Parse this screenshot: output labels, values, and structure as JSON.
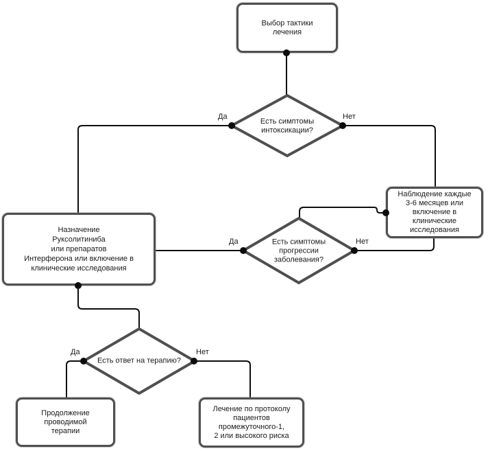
{
  "flowchart": {
    "nodes": {
      "start": {
        "label": "Выбор тактики\nлечения"
      },
      "intox": {
        "label": "Есть симптомы\nинтоксикации?"
      },
      "observe": {
        "label": "Наблюдение каждые\n3-6 месяцев или\nвключение в\nклинические\nисследования"
      },
      "progress": {
        "label": "Есть симптомы\nпрогрессии\nзаболевания?"
      },
      "treat": {
        "label": "Назначение\nРуксолитиниба\nили препаратов\nИнтерферона или включение в\nклинические исследования"
      },
      "response": {
        "label": "Есть ответ на терапию?"
      },
      "continue": {
        "label": "Продолжение\nпроводимой\nтерапии"
      },
      "protocol": {
        "label": "Лечение по протоколу\nпациентов\nпромежуточного-1,\n2 или высокого риска"
      }
    },
    "edge_labels": {
      "yes": "Да",
      "no": "Нет"
    },
    "colors": {
      "node_border": "#4f4f4f",
      "connector": "#0d0d0d",
      "node_fill": "#ffffff",
      "text": "#1a1a1a",
      "background": "#ffffff"
    }
  }
}
